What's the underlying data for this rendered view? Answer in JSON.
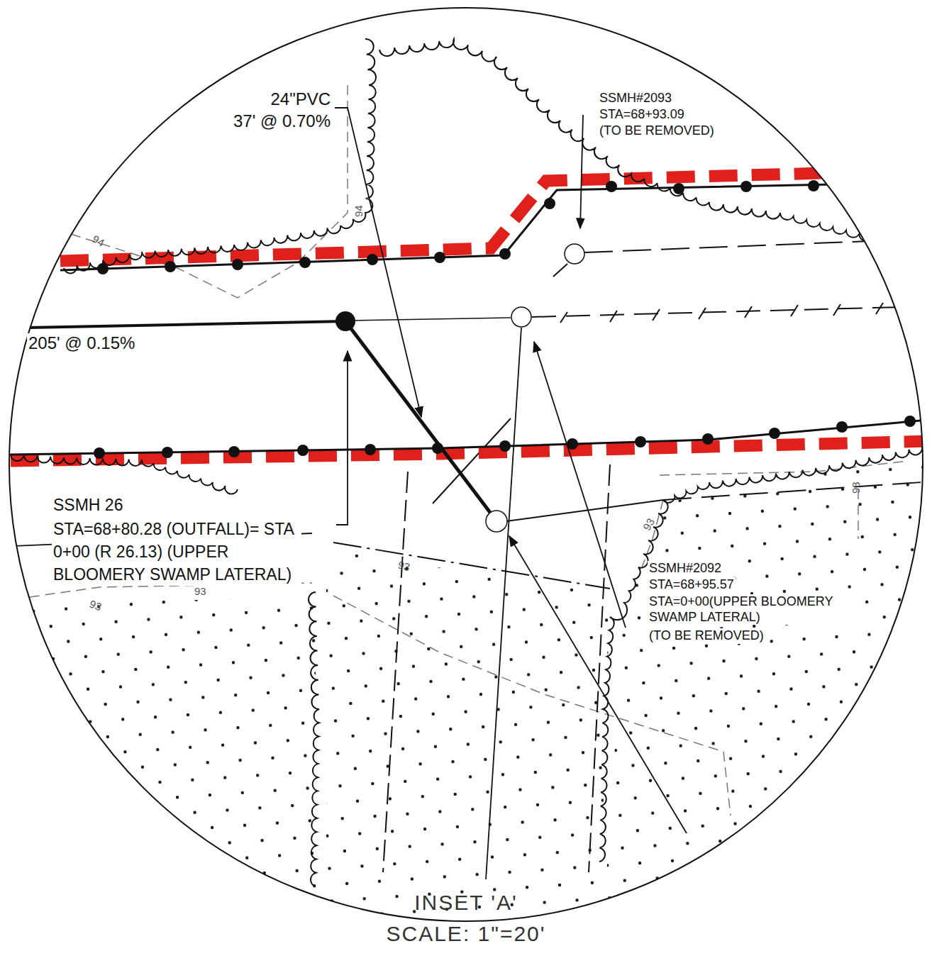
{
  "diagram": {
    "title": "INSET 'A'",
    "caption": "SCALE: 1\"=20'",
    "labels": [
      "24\"PVC",
      "37' @ 0.70%",
      "SSMH#2093",
      "STA=68+93.09",
      "(TO BE REMOVED)",
      "94",
      "94",
      "205' @ 0.15%",
      "SSMH 26",
      "STA=68+80.28 (OUTFALL)= STA 0+00 (R 26.13) (UPPER BLOOMERY SWAMP LATERAL)",
      "93",
      "93",
      "SSMH#2092",
      "STA=68+95.57",
      "STA=0+00(UPPER BLOOMERY SWAMP LATERAL)",
      "(TO BE REMOVED)",
      "93",
      "93",
      "93"
    ]
  }
}
